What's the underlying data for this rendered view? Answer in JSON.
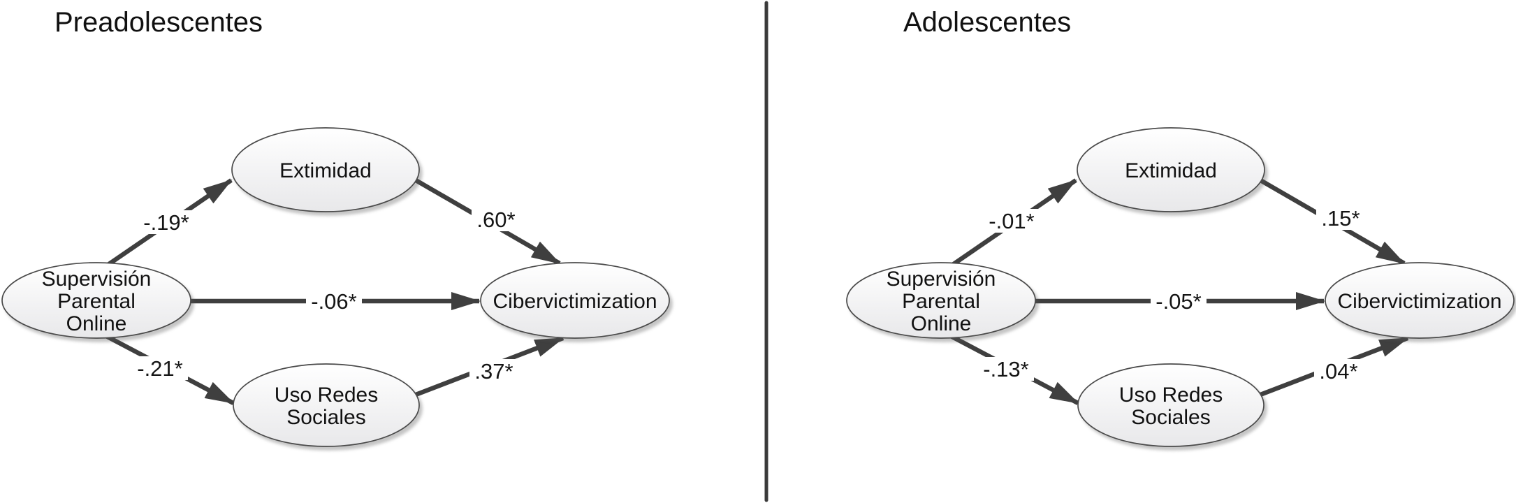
{
  "figure": {
    "type": "structural-path-diagram",
    "arrow_color": "#3f3f3f",
    "divider_color": "#3a3a3a",
    "node_stroke_color": "#4a4a4a",
    "node_fill_top": "#ffffff",
    "node_fill_bottom": "#e8e8ea",
    "significance_note": "*"
  },
  "panels": [
    {
      "title": "Preadolescentes",
      "nodes": {
        "supervision": {
          "lines": [
            "Supervisión",
            "Parental",
            "Online"
          ]
        },
        "extimidad": {
          "label": "Extimidad"
        },
        "uso_redes": {
          "lines": [
            "Uso Redes",
            "Sociales"
          ]
        },
        "cibervictimization": {
          "label": "Cibervictimization"
        }
      },
      "coefficients": {
        "supervision_to_extimidad": "-.19*",
        "extimidad_to_cibervictimization": ".60*",
        "supervision_to_cibervictimization": "-.06*",
        "supervision_to_uso_redes": "-.21*",
        "uso_redes_to_cibervictimization": ".37*"
      }
    },
    {
      "title": "Adolescentes",
      "nodes": {
        "supervision": {
          "lines": [
            "Supervisión",
            "Parental",
            "Online"
          ]
        },
        "extimidad": {
          "label": "Extimidad"
        },
        "uso_redes": {
          "lines": [
            "Uso Redes",
            "Sociales"
          ]
        },
        "cibervictimization": {
          "label": "Cibervictimization"
        }
      },
      "coefficients": {
        "supervision_to_extimidad": "-.01*",
        "extimidad_to_cibervictimization": ".15*",
        "supervision_to_cibervictimization": "-.05*",
        "supervision_to_uso_redes": "-.13*",
        "uso_redes_to_cibervictimization": ".04*"
      }
    }
  ]
}
